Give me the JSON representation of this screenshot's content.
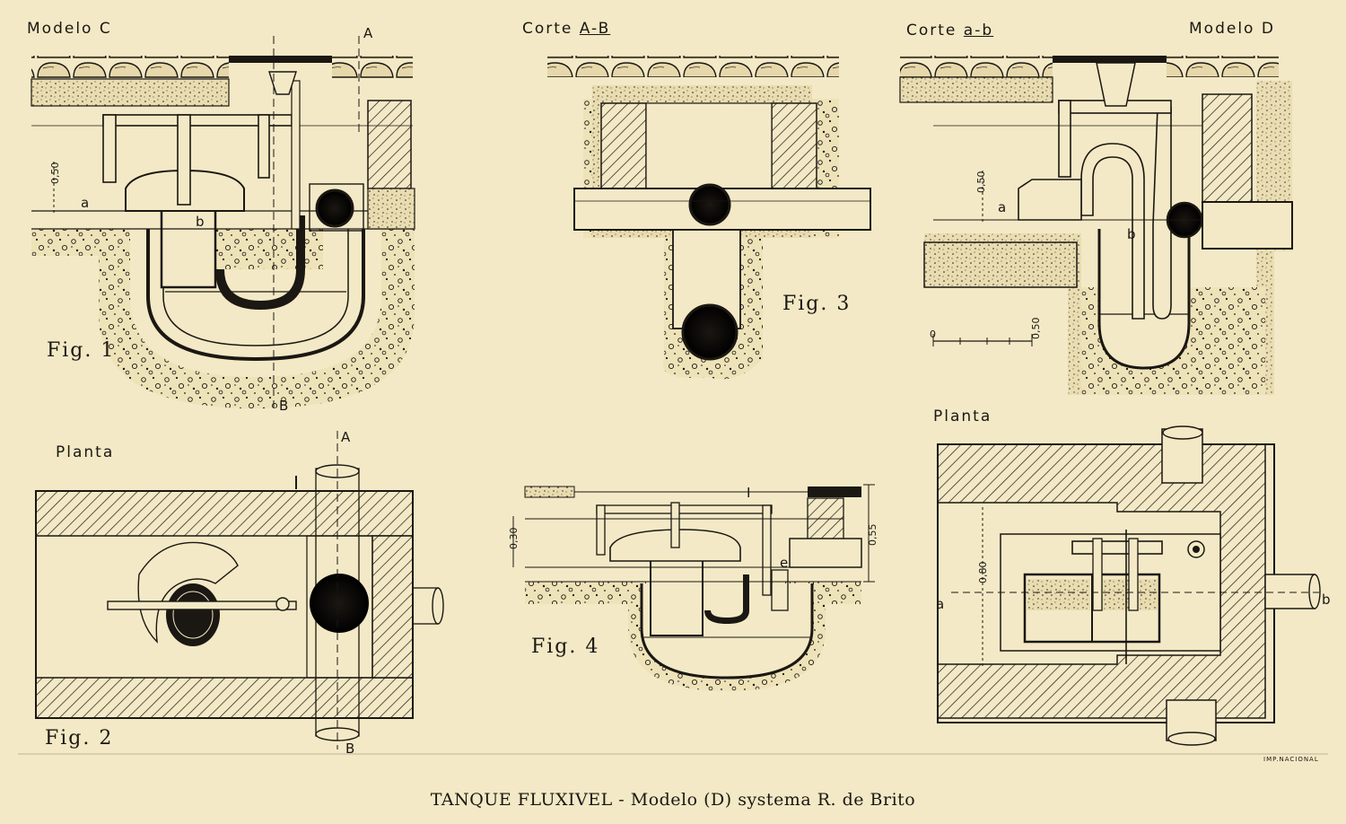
{
  "labels": {
    "modelo_c": "Modelo C",
    "corte_ab": "Corte",
    "corte_ab_letters": "A-B",
    "corte_ab_small": "Corte",
    "corte_ab_small_letters": "a-b",
    "modelo_d": "Modelo D",
    "planta_left": "Planta",
    "planta_right": "Planta"
  },
  "figures": {
    "fig1": "Fig. 1",
    "fig2": "Fig. 2",
    "fig3": "Fig. 3",
    "fig4": "Fig. 4"
  },
  "markers": {
    "A_top": "A",
    "B_bottom": "B",
    "A_plan": "A",
    "B_plan": "B",
    "a_fig1": "a",
    "b_fig1": "b",
    "a_figD": "a",
    "b_figD": "b",
    "a_planD": "a",
    "b_planD": "b",
    "e_fig4": "e",
    "I_fig4": "I"
  },
  "dimensions": {
    "d050_fig1": "0,50",
    "d050_figD": "0,50",
    "scale_zero": "0",
    "scale_050": "0,50",
    "d030_fig4": "0,30",
    "d055_fig4": "0,55",
    "d080_planD": "0,80"
  },
  "caption": "TANQUE FLUXIVEL - Modelo (D) systema R. de Brito",
  "printer": "IMP.NACIONAL",
  "colors": {
    "paper": "#f3e9c6",
    "ink": "#1b1712"
  }
}
